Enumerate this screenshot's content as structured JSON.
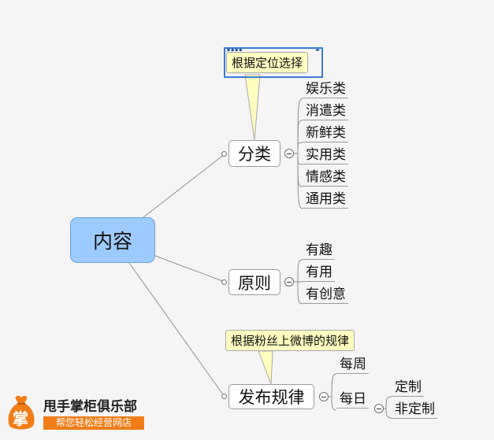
{
  "root": {
    "label": "内容"
  },
  "branches": {
    "category": {
      "label": "分类",
      "children": [
        "娱乐类",
        "消遣类",
        "新鲜类",
        "实用类",
        "情感类",
        "通用类"
      ]
    },
    "principle": {
      "label": "原则",
      "children": [
        "有趣",
        "有用",
        "有创意"
      ]
    },
    "publish": {
      "label": "发布规律",
      "children": [
        {
          "label": "每周"
        },
        {
          "label": "每日",
          "children": [
            "定制",
            "非定制"
          ]
        }
      ]
    }
  },
  "callouts": {
    "category_note": "根据定位选择",
    "publish_note": "根据粉丝上微博的规律"
  },
  "logo": {
    "bag_char": "掌",
    "brand": "甩手掌柜俱乐部",
    "tagline": "帮您轻松经营网店"
  },
  "colors": {
    "background": "#f5f5f5",
    "root_fill": "#9ecbff",
    "callout_fill": "#ffffc0",
    "selection": "#3a7bd5",
    "logo_orange": "#f07d17"
  }
}
